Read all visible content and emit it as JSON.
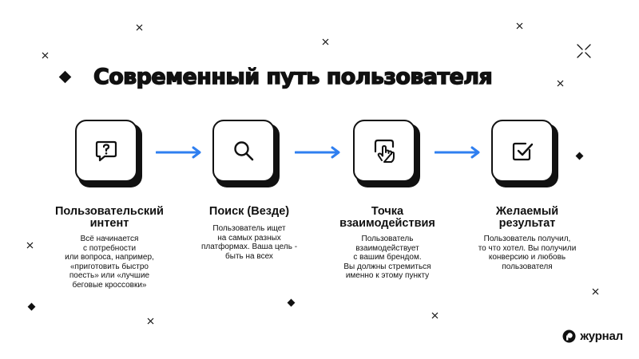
{
  "title": "Современный путь пользователя",
  "steps": [
    {
      "icon": "question-bubble-icon",
      "title": "Пользовательский\nинтент",
      "desc": "Всё начинается\nс потребности\nили вопроса, например,\n«приготовить быстро\nпоесть» или «лучшие\nбеговые кроссовки»"
    },
    {
      "icon": "search-icon",
      "title": "Поиск (Везде)",
      "desc": "Пользователь ищет\nна самых разных\nплатформах. Ваша цель -\nбыть на всех"
    },
    {
      "icon": "tap-hand-icon",
      "title": "Точка\nвзаимодействия",
      "desc": "Пользователь\nвзаимодействует\nс вашим брендом.\nВы должны стремиться\nименно к этому пункту"
    },
    {
      "icon": "checkmark-icon",
      "title": "Желаемый\nрезультат",
      "desc": "Пользователь получил,\nто что хотел. Вы получили\nконверсию и любовь\nпользователя"
    }
  ],
  "arrow_color": "#2f7ff0",
  "logo": {
    "icon": "journal-logo-icon",
    "text": "журнал"
  }
}
